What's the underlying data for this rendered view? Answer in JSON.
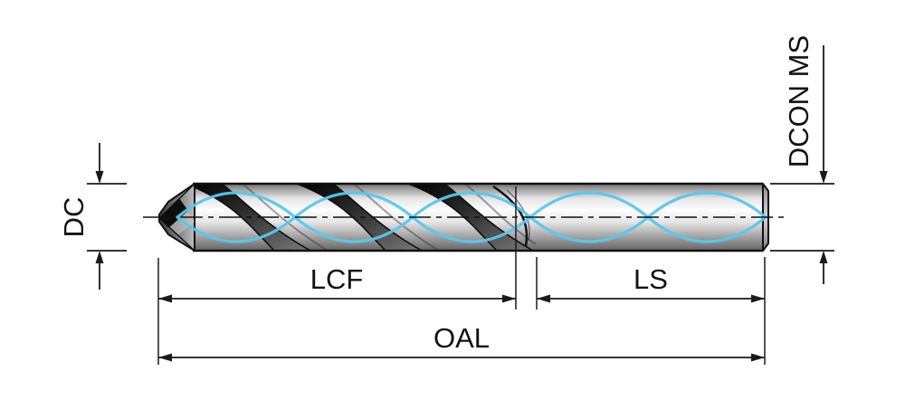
{
  "labels": {
    "dc": "DC",
    "dcon_ms": "DCON MS",
    "lcf": "LCF",
    "ls": "LS",
    "oal": "OAL"
  },
  "colors": {
    "line": "#1a1a1a",
    "coolant": "#58c8ee",
    "background": "#ffffff"
  }
}
